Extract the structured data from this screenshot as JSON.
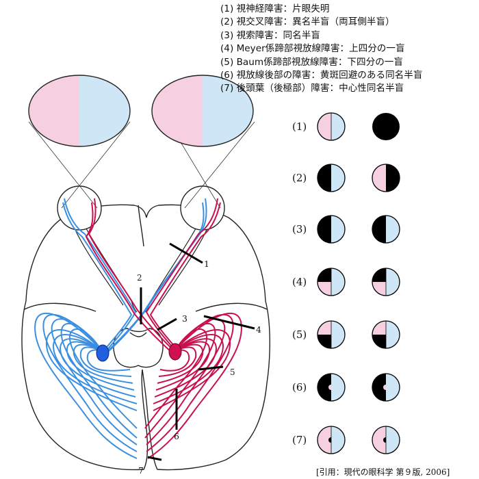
{
  "legend": [
    "(1) 視神経障害：片眼失明",
    "(2) 視交叉障害：異名半盲（両耳側半盲）",
    "(3) 視索障害：同名半盲",
    "(4)  Meyer係蹄部視放線障害：上四分の一盲",
    "(5)  Baum係蹄部視放線障害：下四分の一盲",
    "(6) 視放線後部の障害：黄斑回避のある同名半盲",
    "(7) 後頭葉（後極部）障害：中心性同名半盲"
  ],
  "lesion_numbers": [
    "1",
    "2",
    "3",
    "4",
    "5",
    "6",
    "7"
  ],
  "row_labels": [
    "(1)",
    "(2)",
    "(3)",
    "(4)",
    "(5)",
    "(6)",
    "(7)"
  ],
  "citation": "[引用：現代の眼科学 第９版, 2006]",
  "colors": {
    "pink": "#f6cfe0",
    "blue": "#cfe6f6",
    "black": "#000000",
    "blue_path": "#3a8fe0",
    "red_path": "#c8104c",
    "outline": "#222222"
  }
}
